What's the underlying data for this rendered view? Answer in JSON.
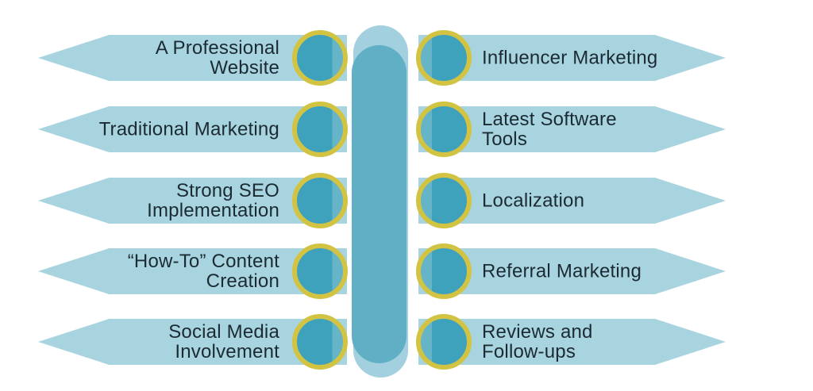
{
  "colors": {
    "background": "#ffffff",
    "banner": "#a8d4e0",
    "pill_outer": "#a3d0de",
    "pill_inner": "#60afc5",
    "circle_fill": "#3fa2bd",
    "circle_highlight": "#66b4c8",
    "ring": "#d2c343",
    "text": "#1b2a33"
  },
  "left_items": [
    {
      "label": [
        "A Professional",
        "Website"
      ]
    },
    {
      "label": [
        "Traditional Marketing"
      ]
    },
    {
      "label": [
        "Strong SEO",
        "Implementation"
      ]
    },
    {
      "label": [
        "“How-To” Content",
        "Creation"
      ]
    },
    {
      "label": [
        "Social Media",
        "Involvement"
      ]
    }
  ],
  "right_items": [
    {
      "label": [
        "Influencer Marketing"
      ]
    },
    {
      "label": [
        "Latest Software",
        "Tools"
      ]
    },
    {
      "label": [
        "Localization"
      ]
    },
    {
      "label": [
        "Referral Marketing"
      ]
    },
    {
      "label": [
        "Reviews and",
        "Follow-ups"
      ]
    }
  ]
}
